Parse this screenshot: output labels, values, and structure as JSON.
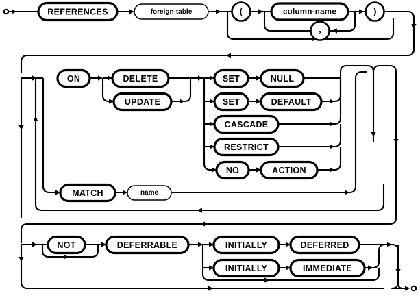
{
  "diagram": {
    "title": "REFERENCES clause syntax diagram",
    "type": "railroad-syntax-diagram",
    "stroke_color": "#000000",
    "background_color": "#ffffff",
    "start_marker": "start-dot",
    "end_marker": "end-dot"
  },
  "nodes": {
    "references": {
      "label": "REFERENCES",
      "kind": "terminal"
    },
    "foreign_table": {
      "label": "foreign-table",
      "kind": "nonterminal"
    },
    "lparen": {
      "label": "(",
      "kind": "terminal-punct"
    },
    "column_name": {
      "label": "column-name",
      "kind": "nonterminal"
    },
    "comma": {
      "label": ",",
      "kind": "terminal-punct"
    },
    "rparen": {
      "label": ")",
      "kind": "terminal-punct"
    },
    "on": {
      "label": "ON",
      "kind": "terminal"
    },
    "delete": {
      "label": "DELETE",
      "kind": "terminal"
    },
    "update": {
      "label": "UPDATE",
      "kind": "terminal"
    },
    "set_null_set": {
      "label": "SET",
      "kind": "terminal"
    },
    "null": {
      "label": "NULL",
      "kind": "terminal"
    },
    "set_default_set": {
      "label": "SET",
      "kind": "terminal"
    },
    "default": {
      "label": "DEFAULT",
      "kind": "terminal"
    },
    "cascade": {
      "label": "CASCADE",
      "kind": "terminal"
    },
    "restrict": {
      "label": "RESTRICT",
      "kind": "terminal"
    },
    "no": {
      "label": "NO",
      "kind": "terminal"
    },
    "action": {
      "label": "ACTION",
      "kind": "terminal"
    },
    "match": {
      "label": "MATCH",
      "kind": "terminal"
    },
    "name": {
      "label": "name",
      "kind": "nonterminal"
    },
    "not": {
      "label": "NOT",
      "kind": "terminal"
    },
    "deferrable": {
      "label": "DEFERRABLE",
      "kind": "terminal"
    },
    "initially_deferred": {
      "label": "INITIALLY",
      "kind": "terminal"
    },
    "deferred": {
      "label": "DEFERRED",
      "kind": "terminal"
    },
    "initially_immediate": {
      "label": "INITIALLY",
      "kind": "terminal"
    },
    "immediate": {
      "label": "IMMEDIATE",
      "kind": "terminal"
    }
  }
}
